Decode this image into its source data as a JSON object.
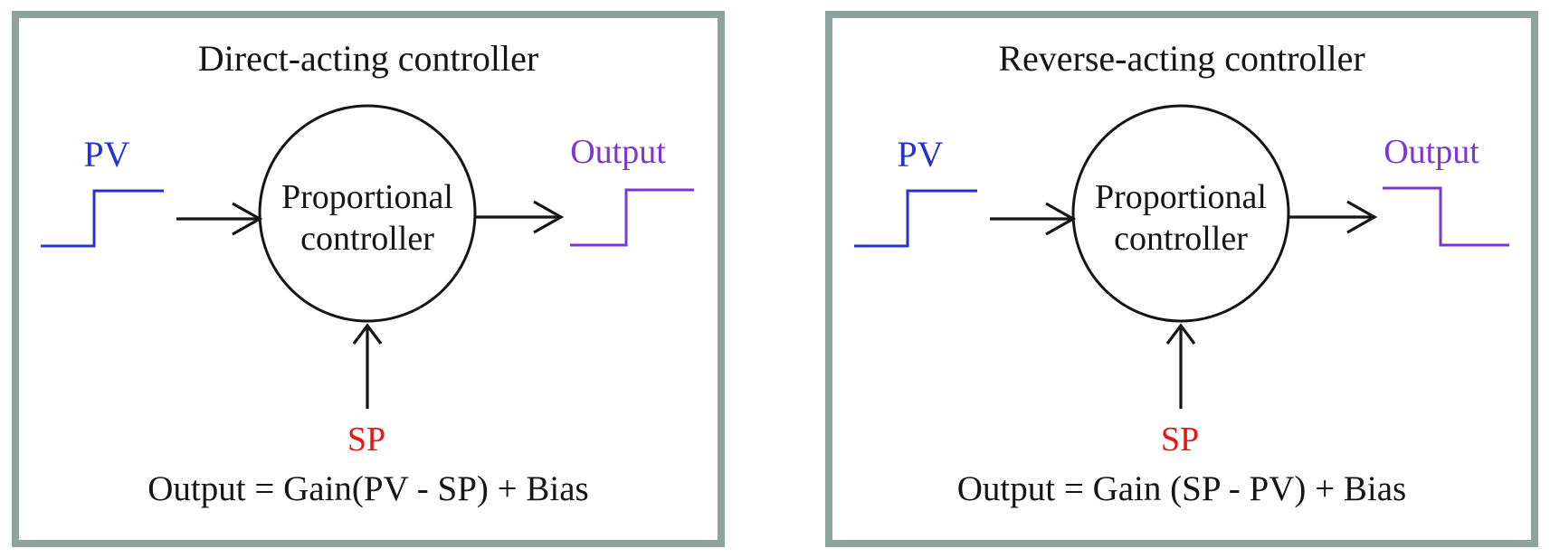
{
  "figure": {
    "panels": [
      {
        "id": "direct-acting",
        "title": "Direct-acting controller",
        "pv_label": "PV",
        "sp_label": "SP",
        "output_label": "Output",
        "block_label_line1": "Proportional",
        "block_label_line2": "controller",
        "formula": "Output = Gain(PV - SP) + Bias",
        "pv_step_direction": "rising",
        "output_step_direction": "rising"
      },
      {
        "id": "reverse-acting",
        "title": "Reverse-acting controller",
        "pv_label": "PV",
        "sp_label": "SP",
        "output_label": "Output",
        "block_label_line1": "Proportional",
        "block_label_line2": "controller",
        "formula": "Output = Gain (SP - PV) + Bias",
        "pv_step_direction": "rising",
        "output_step_direction": "falling"
      }
    ],
    "colors": {
      "pv": "#2632cf",
      "output": "#7c35d9",
      "sp": "#e81717",
      "line": "#151515",
      "panel_border": "#8ea39e",
      "background": "#ffffff"
    }
  }
}
